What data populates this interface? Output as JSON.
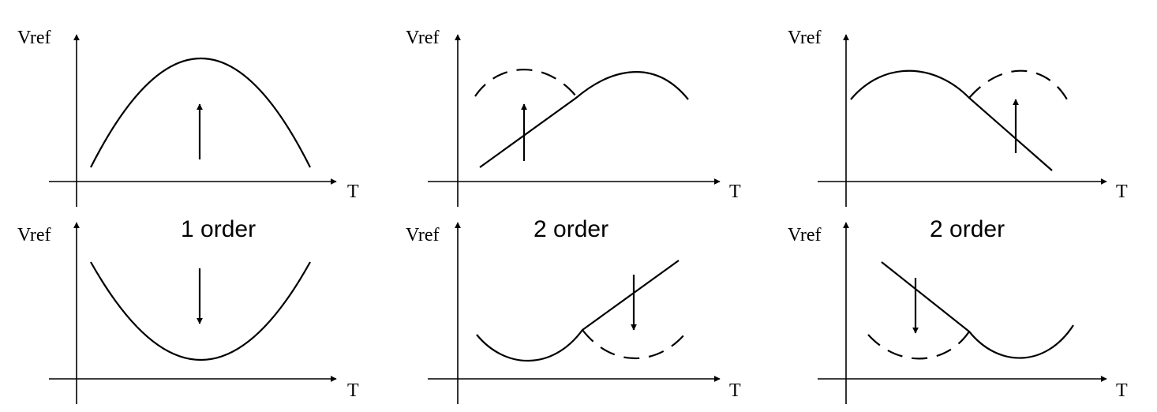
{
  "labels": {
    "y_axis": "Vref",
    "x_axis": "T"
  },
  "captions": {
    "first": "1 order",
    "second": "2 order",
    "third": "2 order"
  },
  "colors": {
    "ink": "#000000",
    "background": "#ffffff"
  }
}
